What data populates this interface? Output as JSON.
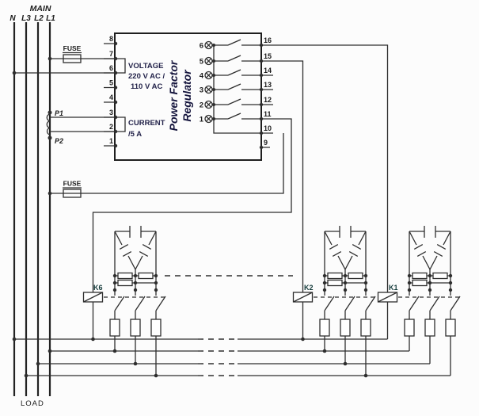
{
  "labels": {
    "main": "MAIN",
    "phases": [
      "N",
      "L3",
      "L2",
      "L1"
    ],
    "load": "LOAD",
    "fuse_top": "FUSE",
    "fuse_bottom": "FUSE",
    "p1": "P1",
    "p2": "P2"
  },
  "regulator": {
    "title_line1": "Power Factor",
    "title_line2": "Regulator",
    "voltage_label": "VOLTAGE",
    "voltage_value1": "220 V AC /",
    "voltage_value2": "110 V AC",
    "current_label": "CURRENT",
    "current_value": "/5 A",
    "left_pins": [
      "8",
      "7",
      "6",
      "5",
      "4",
      "3",
      "2",
      "1"
    ],
    "right_pins": [
      "16",
      "15",
      "14",
      "13",
      "12",
      "11",
      "10",
      "9"
    ],
    "steps": [
      "6",
      "5",
      "4",
      "3",
      "2",
      "1"
    ]
  },
  "contactors": {
    "k6": "K6",
    "k2": "K2",
    "k1": "K1"
  },
  "colors": {
    "wire": "#2e2e2e",
    "text": "#1c1c1c",
    "navy_text": "#23234a",
    "background": "#fcfcfc"
  }
}
